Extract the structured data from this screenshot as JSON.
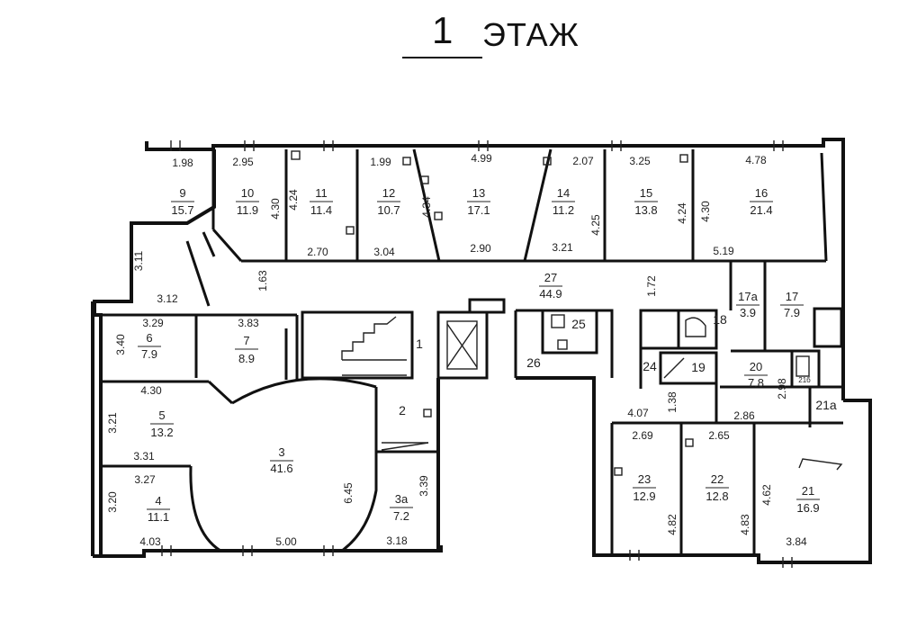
{
  "title": {
    "number": "1",
    "word": "ЭТАЖ"
  },
  "rooms": [
    {
      "num": "9",
      "area": "15.7"
    },
    {
      "num": "10",
      "area": "11.9"
    },
    {
      "num": "11",
      "area": "11.4"
    },
    {
      "num": "12",
      "area": "10.7"
    },
    {
      "num": "13",
      "area": "17.1"
    },
    {
      "num": "14",
      "area": "11.2"
    },
    {
      "num": "15",
      "area": "13.8"
    },
    {
      "num": "16",
      "area": "21.4"
    },
    {
      "num": "27",
      "area": "44.9"
    },
    {
      "num": "17а",
      "area": "3.9"
    },
    {
      "num": "17",
      "area": "7.9"
    },
    {
      "num": "6",
      "area": "7.9"
    },
    {
      "num": "7",
      "area": "8.9"
    },
    {
      "num": "5",
      "area": "13.2"
    },
    {
      "num": "3",
      "area": "41.6"
    },
    {
      "num": "4",
      "area": "11.1"
    },
    {
      "num": "3а",
      "area": "7.2"
    },
    {
      "num": "20",
      "area": "7.8"
    },
    {
      "num": "23",
      "area": "12.9"
    },
    {
      "num": "22",
      "area": "12.8"
    },
    {
      "num": "21",
      "area": "16.9"
    }
  ],
  "labels": [
    "1",
    "2",
    "25",
    "26",
    "18",
    "19",
    "24",
    "21а",
    "21б"
  ],
  "dimensions": [
    "1.98",
    "2.95",
    "4.30",
    "4.24",
    "1.99",
    "4.99",
    "4.34",
    "2.07",
    "4.25",
    "3.25",
    "4.24",
    "4.78",
    "4.30",
    "3.11",
    "2.70",
    "3.04",
    "2.90",
    "3.21",
    "5.19",
    "3.12",
    "1.63",
    "1.72",
    "3.29",
    "3.83",
    "3.40",
    "4.30",
    "3.21",
    "3.31",
    "3.27",
    "3.20",
    "4.03",
    "5.00",
    "6.45",
    "3.39",
    "3.18",
    "4.07",
    "1.38",
    "2.98",
    "2.86",
    "2.69",
    "2.65",
    "4.82",
    "4.83",
    "4.62",
    "3.84"
  ]
}
